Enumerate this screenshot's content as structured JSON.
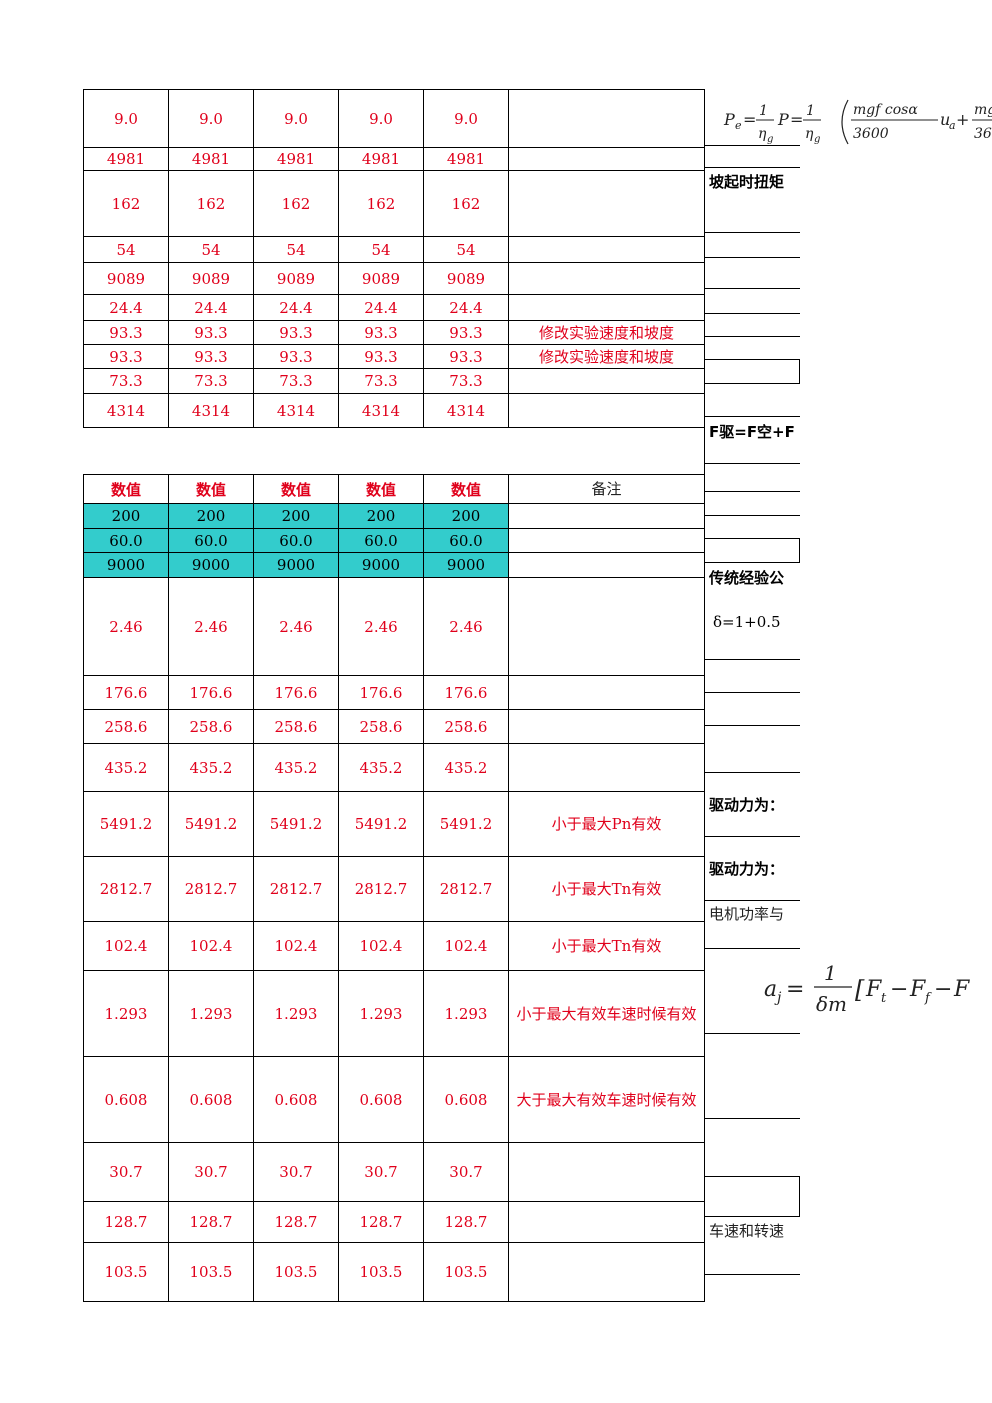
{
  "rows_top": [
    {
      "values": [
        "9.0",
        "9.0",
        "9.0",
        "9.0",
        "9.0"
      ],
      "note": ""
    },
    {
      "values": [
        "4981",
        "4981",
        "4981",
        "4981",
        "4981"
      ],
      "note": ""
    },
    {
      "values": [
        "162",
        "162",
        "162",
        "162",
        "162"
      ],
      "note": ""
    },
    {
      "values": [
        "54",
        "54",
        "54",
        "54",
        "54"
      ],
      "note": ""
    },
    {
      "values": [
        "9089",
        "9089",
        "9089",
        "9089",
        "9089"
      ],
      "note": ""
    },
    {
      "values": [
        "24.4",
        "24.4",
        "24.4",
        "24.4",
        "24.4"
      ],
      "note": ""
    },
    {
      "values": [
        "93.3",
        "93.3",
        "93.3",
        "93.3",
        "93.3"
      ],
      "note": "修改实验速度和坡度"
    },
    {
      "values": [
        "93.3",
        "93.3",
        "93.3",
        "93.3",
        "93.3"
      ],
      "note": "修改实验速度和坡度"
    },
    {
      "values": [
        "73.3",
        "73.3",
        "73.3",
        "73.3",
        "73.3"
      ],
      "note": ""
    },
    {
      "values": [
        "4314",
        "4314",
        "4314",
        "4314",
        "4314"
      ],
      "note": ""
    }
  ],
  "header": {
    "col": "数值",
    "note": "备注"
  },
  "rows_input": [
    {
      "values": [
        "200",
        "200",
        "200",
        "200",
        "200"
      ]
    },
    {
      "values": [
        "60.0",
        "60.0",
        "60.0",
        "60.0",
        "60.0"
      ]
    },
    {
      "values": [
        "9000",
        "9000",
        "9000",
        "9000",
        "9000"
      ]
    }
  ],
  "rows_bottom": [
    {
      "values": [
        "2.46",
        "2.46",
        "2.46",
        "2.46",
        "2.46"
      ],
      "note": ""
    },
    {
      "values": [
        "176.6",
        "176.6",
        "176.6",
        "176.6",
        "176.6"
      ],
      "note": ""
    },
    {
      "values": [
        "258.6",
        "258.6",
        "258.6",
        "258.6",
        "258.6"
      ],
      "note": ""
    },
    {
      "values": [
        "435.2",
        "435.2",
        "435.2",
        "435.2",
        "435.2"
      ],
      "note": ""
    },
    {
      "values": [
        "5491.2",
        "5491.2",
        "5491.2",
        "5491.2",
        "5491.2"
      ],
      "note": "小于最大Pn有效"
    },
    {
      "values": [
        "2812.7",
        "2812.7",
        "2812.7",
        "2812.7",
        "2812.7"
      ],
      "note": "小于最大Tn有效"
    },
    {
      "values": [
        "102.4",
        "102.4",
        "102.4",
        "102.4",
        "102.4"
      ],
      "note": "小于最大Tn有效"
    },
    {
      "values": [
        "1.293",
        "1.293",
        "1.293",
        "1.293",
        "1.293"
      ],
      "note": "小于最大有效车速时候有效"
    },
    {
      "values": [
        "0.608",
        "0.608",
        "0.608",
        "0.608",
        "0.608"
      ],
      "note": "大于最大有效车速时候有效"
    },
    {
      "values": [
        "30.7",
        "30.7",
        "30.7",
        "30.7",
        "30.7"
      ],
      "note": ""
    },
    {
      "values": [
        "128.7",
        "128.7",
        "128.7",
        "128.7",
        "128.7"
      ],
      "note": ""
    },
    {
      "values": [
        "103.5",
        "103.5",
        "103.5",
        "103.5",
        "103.5"
      ],
      "note": ""
    }
  ],
  "right": {
    "slope_torque": "坡起时扭矩",
    "f_drive": "F驱=F空+F",
    "traditional": "传统经验公",
    "delta": "δ=1+0.5",
    "drive_force_1": "驱动力为：",
    "drive_force_2": "驱动力为：",
    "motor_power": "电机功率与",
    "speed_rpm": "车速和转速"
  },
  "formulas": {
    "power": "Pe = (1/ηg) P = (1/ηg) ( mgf cosα / 3600 · ua + mg… / 36…",
    "accel": "aj = (1/δm) [ Ft − Ff − F"
  },
  "colors": {
    "value_red": "#e0001b",
    "teal_fill": "#33cccc"
  }
}
